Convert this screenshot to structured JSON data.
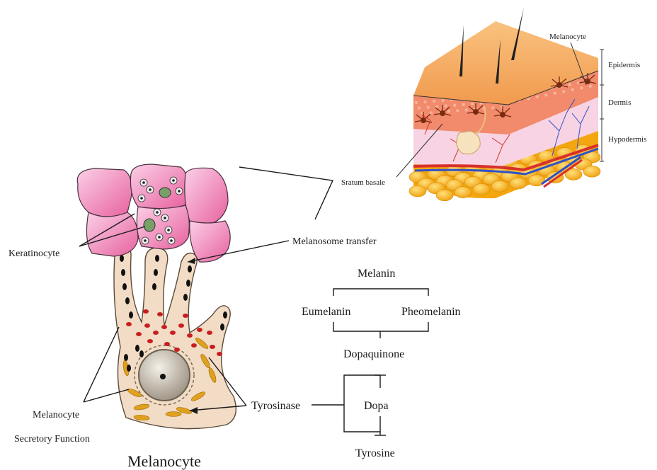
{
  "skin_panel": {
    "melanocyte_label": "Melanocyte",
    "layers": [
      "Epidermis",
      "Dermis",
      "Hypodermis"
    ],
    "stratum_label": "Sratum basale"
  },
  "cell_panel": {
    "keratinocyte_label": "Keratinocyte",
    "transfer_label": "Melanosome transfer",
    "melanocyte_label": "Melanocyte",
    "secretory_label": "Secretory Function",
    "title": "Melanocyte"
  },
  "pathway": {
    "melanin": "Melanin",
    "eumelanin": "Eumelanin",
    "pheomelanin": "Pheomelanin",
    "dopaquinone": "Dopaquinone",
    "tyrosinase": "Tyrosinase",
    "dopa": "Dopa",
    "tyrosine": "Tyrosine"
  },
  "colors": {
    "epidermis": "#f4a35a",
    "dermis_top": "#f07f62",
    "hypodermis": "#f6c6d8",
    "fat": "#f6b21a",
    "keratinocyte": "#f08bbf",
    "melanocyte_body": "#f2dcc5",
    "melanosome_dark": "#111111",
    "melanosome_red": "#c81e1e",
    "mitochondria": "#e0a020",
    "artery": "#d8302a",
    "vein": "#2f52c8"
  }
}
